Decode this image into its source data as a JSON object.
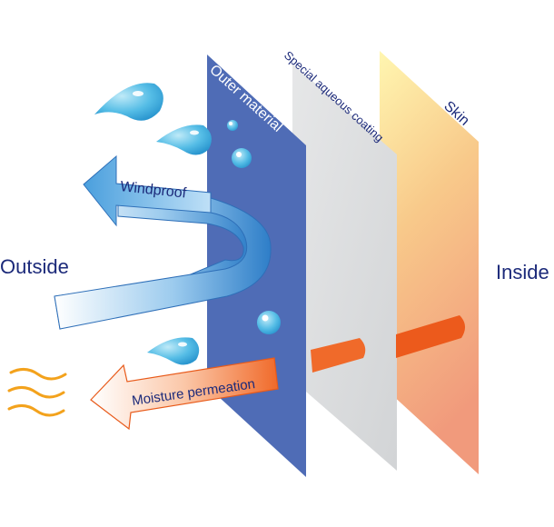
{
  "labels": {
    "outside": "Outside",
    "inside": "Inside",
    "outer_material": "Outer material",
    "special_coating": "Special aqueous coating",
    "skin": "Skin",
    "windproof": "Windproof",
    "moisture": "Moisture permeation"
  },
  "colors": {
    "outer_layer": "#4f6cb6",
    "coating_layer": "#dcdee0",
    "skin_top": "#fdf3a8",
    "skin_bottom": "#f3a180",
    "label_text": "#1c2a7a",
    "wind_arrow": "#5aa6dc",
    "moisture_arrow": "#f06a2a",
    "heat_lines": "#f3a21c",
    "water_drop": "#3fb0e0"
  },
  "icons": {
    "water_drop": "water-drop-icon",
    "heat_waves": "heat-waves-icon"
  }
}
